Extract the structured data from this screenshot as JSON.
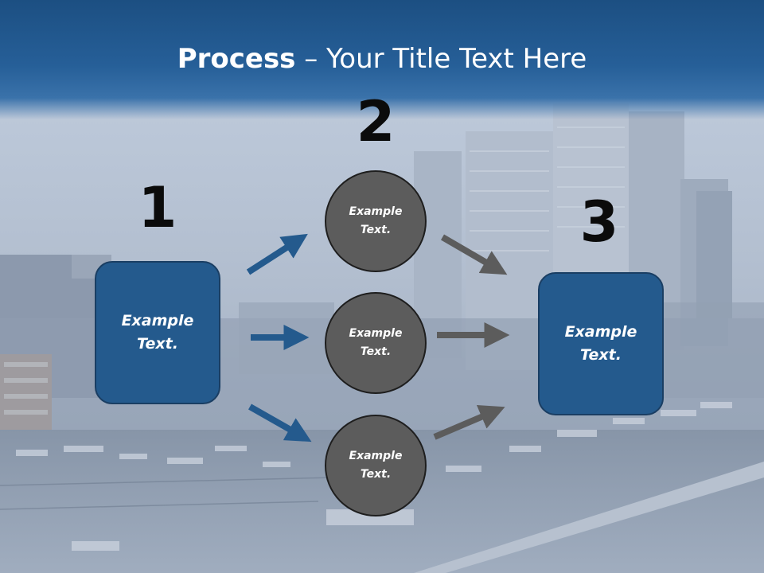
{
  "slide": {
    "title_bold": "Process",
    "title_rest": " – Your Title Text Here"
  },
  "steps": {
    "step1_number": "1",
    "step2_number": "2",
    "step3_number": "3"
  },
  "nodes": {
    "left_box_text": "Example Text.",
    "circle_top_text": "Example Text.",
    "circle_middle_text": "Example Text.",
    "circle_bottom_text": "Example Text.",
    "right_box_text": "Example Text."
  },
  "colors": {
    "header_blue": "#265f98",
    "box_blue": "#245a8d",
    "circle_gray": "#5c5c5c",
    "arrow_blue": "#245a8d",
    "arrow_gray": "#5c5c5c"
  }
}
